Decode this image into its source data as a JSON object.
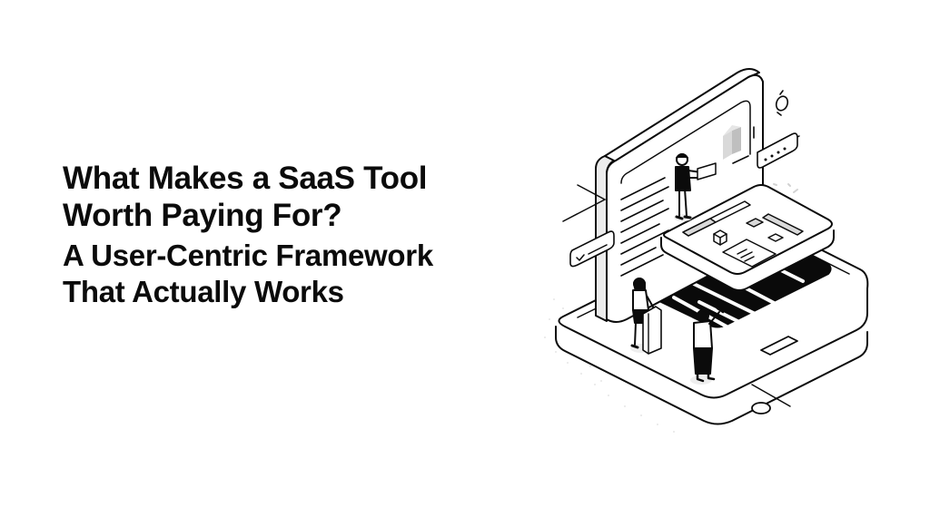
{
  "headline": {
    "title_lines": [
      "What Makes a SaaS Tool",
      "Worth Paying For?"
    ],
    "subtitle_lines": [
      "A User-Centric Framework",
      "That Actually Works"
    ]
  },
  "illustration": {
    "description": "Isometric line-art illustration of a SaaS app: large monitor/document panel, floating dashboard card, dark screen with text lines on a tablet base, with three people interacting",
    "icons": [
      "monitor-panel-icon",
      "dashboard-card-icon",
      "password-field-icon",
      "checkmark-tag-icon",
      "lightbulb-icon",
      "cube-icon",
      "person-presenting-icon",
      "person-at-podium-icon",
      "person-waving-icon"
    ],
    "colors": {
      "ink": "#0b0b0b",
      "fill_light": "#ffffff",
      "fill_gray": "#d9d9d9",
      "shadow_gray": "#efefef",
      "dark_screen": "#0a0a0a"
    }
  }
}
